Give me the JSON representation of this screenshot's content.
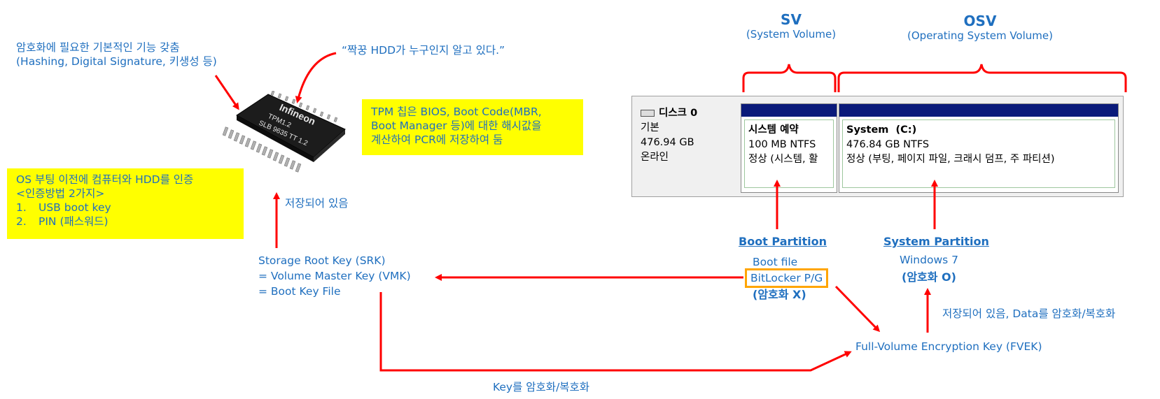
{
  "top_left_note": {
    "line1": "암호화에 필요한 기본적인 기능 갖춤",
    "line2": "(Hashing, Digital Signature, 키생성 등)"
  },
  "chip_quote": "“짝꿍 HDD가 누구인지 알고 있다.”",
  "chip": {
    "brand": "Infineon",
    "model_line1": "TPM1.2",
    "model_line2": "SLB 9635 TT 1.2"
  },
  "tpm_note": {
    "line1": "TPM 칩은 BIOS, Boot Code(MBR,",
    "line2": "Boot Manager 등)에 대한 해시값을",
    "line3": "계산하여 PCR에 저장하여 둠"
  },
  "auth_note": {
    "line1": "OS 부팅 이전에 컴퓨터와 HDD를 인증",
    "line2": "<인증방법 2가지>",
    "item1_num": "1.",
    "item1": "USB boot key",
    "item2_num": "2.",
    "item2": "PIN (패스워드)"
  },
  "stored_label": "저장되어 있음",
  "srk": {
    "line1": "Storage Root Key (SRK)",
    "line2": "= Volume Master Key (VMK)",
    "line3": "= Boot Key File"
  },
  "sv": {
    "title": "SV",
    "subtitle": "(System Volume)"
  },
  "osv": {
    "title": "OSV",
    "subtitle": "(Operating System Volume)"
  },
  "disk": {
    "name": "디스크 0",
    "type": "기본",
    "size": "476.94 GB",
    "status": "온라인",
    "system_reserved": {
      "name": "시스템 예약",
      "size": "100 MB NTFS",
      "status": "정상 (시스템, 활"
    },
    "system_c": {
      "name": "System  (C:)",
      "size": "476.84 GB NTFS",
      "status": "정상 (부팅, 페이지 파일, 크래시 덤프, 주 파티션)"
    }
  },
  "boot_partition": {
    "title": "Boot Partition",
    "line1": "Boot file",
    "line2": "BitLocker P/G",
    "line3": "(암호화 X)"
  },
  "system_partition": {
    "title": "System Partition",
    "line1": "Windows 7",
    "line2": "(암호화 O)"
  },
  "fvek_stored": "저장되어 있음, Data를 암호화/복호화",
  "fvek": "Full-Volume Encryption Key (FVEK)",
  "key_label": "Key를 암호화/복호화",
  "colors": {
    "text_blue": "#1f6fbf",
    "arrow_red": "#ff0000",
    "highlight_yellow": "#ffff00",
    "volume_bar": "#0a1a7a",
    "orange_box": "#ffa500"
  }
}
